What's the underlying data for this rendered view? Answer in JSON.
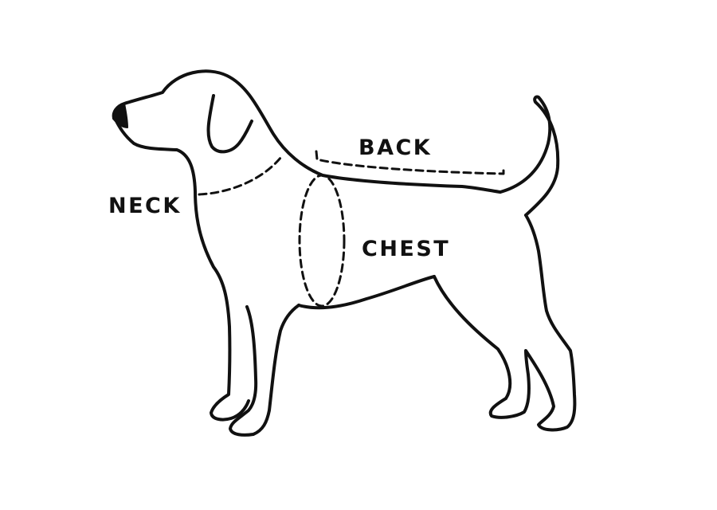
{
  "labels": {
    "neck": "NECK",
    "back": "BACK",
    "chest": "CHEST"
  },
  "colors": {
    "background": "#ffffff",
    "line": "#111111"
  },
  "icon": "dog-silhouette-outline"
}
